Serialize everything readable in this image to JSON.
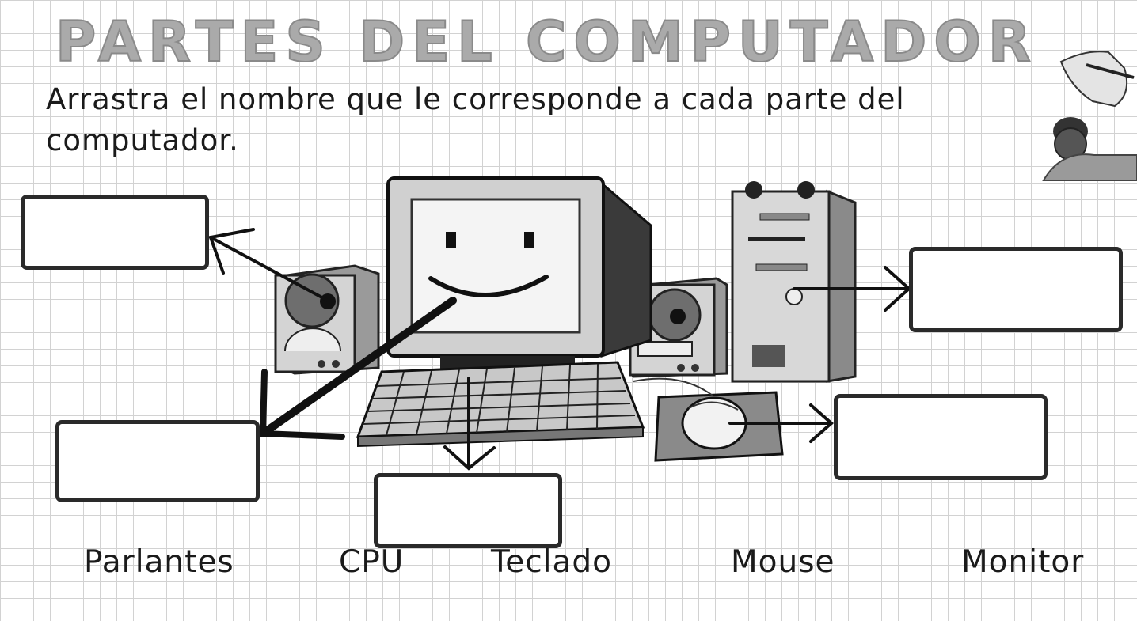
{
  "title": "PARTES DEL COMPUTADOR",
  "instruction": "Arrastra el nombre que le corresponde a cada parte del computador.",
  "drop_targets": [
    "",
    "",
    "",
    "",
    ""
  ],
  "word_bank": [
    "Parlantes",
    "CPU",
    "Teclado",
    "Mouse",
    "Monitor"
  ],
  "colors": {
    "title": "#aaaaaa",
    "ink": "#1a1a1a",
    "grid": "#d2d2d2"
  },
  "icons": [
    "computer-clipart",
    "hand-writing-icon",
    "thinking-girl-icon"
  ]
}
